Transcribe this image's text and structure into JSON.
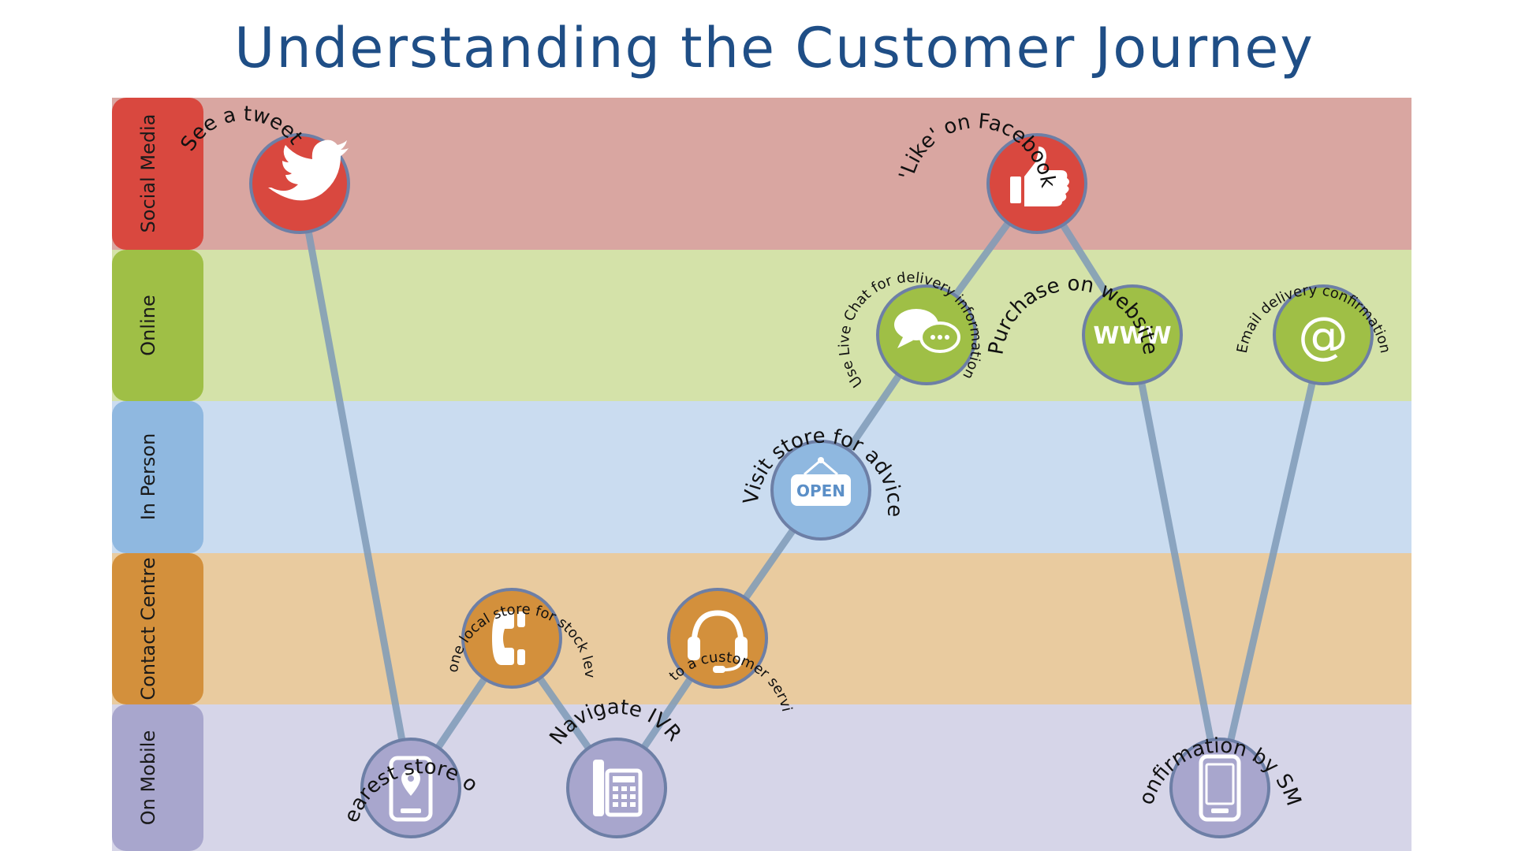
{
  "title": "Understanding the Customer Journey",
  "lanes": [
    {
      "label": "Social Media"
    },
    {
      "label": "Online"
    },
    {
      "label": "In Person"
    },
    {
      "label": "Contact Centre"
    },
    {
      "label": "On Mobile"
    }
  ],
  "colors": {
    "lane_social_bg": "#d9a6a1",
    "lane_social_tab": "#d9483f",
    "lane_online_bg": "#d4e2a9",
    "lane_online_tab": "#9fbf46",
    "lane_person_bg": "#cadcf0",
    "lane_person_tab": "#8fb8e0",
    "lane_contact_bg": "#e9cb9f",
    "lane_contact_tab": "#d3903c",
    "lane_mobile_bg": "#d6d5e8",
    "lane_mobile_tab": "#a8a6cd",
    "connector": "#7f9bb8",
    "title": "#1f4e86"
  },
  "nodes": {
    "tweet": {
      "label": "See a tweet",
      "icon": "twitter-bird-icon"
    },
    "facebook": {
      "label": "'Like' on Facebook",
      "icon": "thumbs-up-icon"
    },
    "livechat": {
      "label": "Use Live Chat for delivery information",
      "icon": "chat-bubbles-icon"
    },
    "website": {
      "label": "Purchase on website",
      "icon": "www-icon",
      "icon_text": "WWW"
    },
    "email": {
      "label": "Email delivery confirmation",
      "icon": "at-sign-icon",
      "icon_text": "@"
    },
    "store": {
      "label": "Visit store for advice",
      "icon": "open-sign-icon",
      "icon_text": "OPEN"
    },
    "phone": {
      "label": "Phone local store for stock levels",
      "icon": "phone-handset-icon"
    },
    "agent": {
      "label": "Transfer to a customer service agent",
      "icon": "headset-icon"
    },
    "findstore": {
      "label": "Find nearest store on app",
      "icon": "mobile-location-icon"
    },
    "ivr": {
      "label": "Navigate IVR",
      "icon": "desk-phone-icon"
    },
    "sms": {
      "label": "Confirmation by SMS",
      "icon": "mobile-phone-icon"
    }
  }
}
